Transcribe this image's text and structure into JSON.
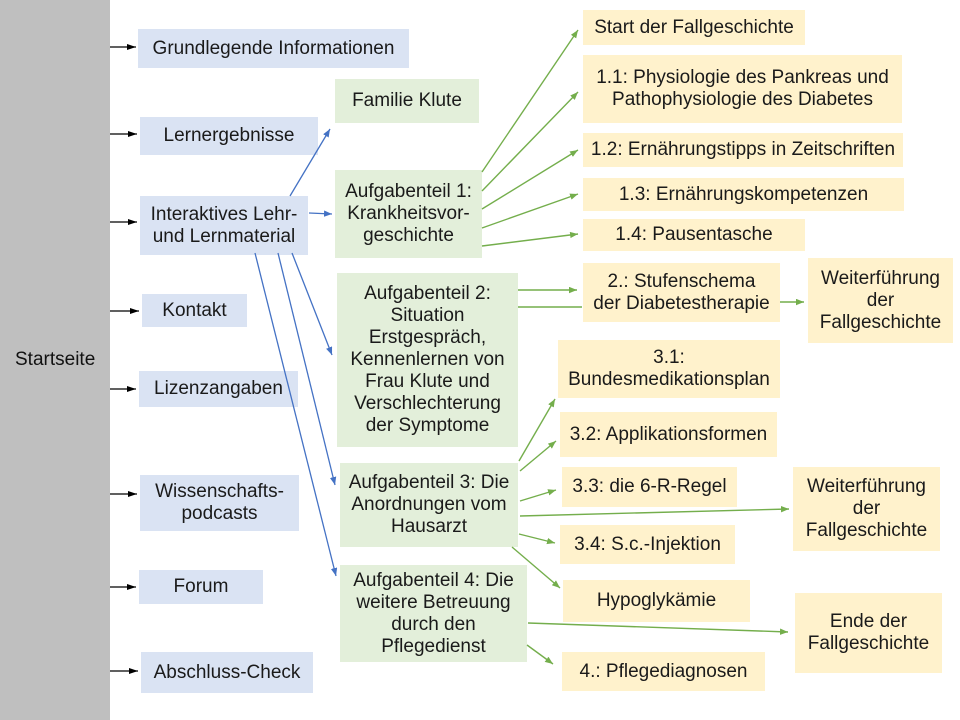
{
  "colors": {
    "sidebar_bg": "#bfbfbf",
    "level1_fill": "#dae3f3",
    "level2_fill": "#e3efda",
    "level3_fill": "#fff2cc",
    "arrow_black": "#000000",
    "arrow_blue": "#4472c4",
    "arrow_green": "#74ae4c"
  },
  "root": {
    "label": "Startseite"
  },
  "level1": [
    {
      "id": "grundlegende-informationen",
      "label": "Grundlegende Informationen"
    },
    {
      "id": "lernergebnisse",
      "label": "Lernergebnisse"
    },
    {
      "id": "interaktives-lehr-und-lernmaterial",
      "label": "Interaktives Lehr-\nund Lernmaterial"
    },
    {
      "id": "kontakt",
      "label": "Kontakt"
    },
    {
      "id": "lizenzangaben",
      "label": "Lizenzangaben"
    },
    {
      "id": "wissenschaftspodcasts",
      "label": "Wissenschafts-\npodcasts"
    },
    {
      "id": "forum",
      "label": "Forum"
    },
    {
      "id": "abschluss-check",
      "label": "Abschluss-Check"
    }
  ],
  "level2": [
    {
      "id": "familie-klute",
      "label": "Familie Klute"
    },
    {
      "id": "aufgabenteil-1",
      "label": "Aufgabenteil 1:\nKrankheitsvor-\ngeschichte"
    },
    {
      "id": "aufgabenteil-2",
      "label": "Aufgabenteil 2:\nSituation\nErstgespräch,\nKennenlernen von\nFrau Klute und\nVerschlechterung\nder Symptome"
    },
    {
      "id": "aufgabenteil-3",
      "label": "Aufgabenteil 3: Die\nAnordnungen vom\nHausarzt"
    },
    {
      "id": "aufgabenteil-4",
      "label": "Aufgabenteil 4: Die\nweitere Betreuung\ndurch den\nPflegedienst"
    }
  ],
  "level3": [
    {
      "id": "start-der-fallgeschichte",
      "label": "Start der Fallgeschichte"
    },
    {
      "id": "kap-1-1",
      "label": "1.1: Physiologie des Pankreas und\nPathophysiologie des Diabetes"
    },
    {
      "id": "kap-1-2",
      "label": "1.2: Ernährungstipps in Zeitschriften"
    },
    {
      "id": "kap-1-3",
      "label": "1.3: Ernährungskompetenzen"
    },
    {
      "id": "kap-1-4",
      "label": "1.4: Pausentasche"
    },
    {
      "id": "kap-2",
      "label": "2.: Stufenschema\nder Diabetestherapie"
    },
    {
      "id": "weiterfuehrung-1",
      "label": "Weiterführung\nder\nFallgeschichte"
    },
    {
      "id": "kap-3-1",
      "label": "3.1:\nBundesmedikationsplan"
    },
    {
      "id": "kap-3-2",
      "label": "3.2: Applikationsformen"
    },
    {
      "id": "kap-3-3",
      "label": "3.3: die 6-R-Regel"
    },
    {
      "id": "weiterfuehrung-2",
      "label": "Weiterführung\nder\nFallgeschichte"
    },
    {
      "id": "kap-3-4",
      "label": "3.4: S.c.-Injektion"
    },
    {
      "id": "hypoglykaemie",
      "label": "Hypoglykämie"
    },
    {
      "id": "ende-der-fallgeschichte",
      "label": "Ende der\nFallgeschichte"
    },
    {
      "id": "kap-4",
      "label": "4.: Pflegediagnosen"
    }
  ],
  "edges": [
    {
      "from": "startseite",
      "to": "grundlegende-informationen"
    },
    {
      "from": "startseite",
      "to": "lernergebnisse"
    },
    {
      "from": "startseite",
      "to": "interaktives-lehr-und-lernmaterial"
    },
    {
      "from": "startseite",
      "to": "kontakt"
    },
    {
      "from": "startseite",
      "to": "lizenzangaben"
    },
    {
      "from": "startseite",
      "to": "wissenschaftspodcasts"
    },
    {
      "from": "startseite",
      "to": "forum"
    },
    {
      "from": "startseite",
      "to": "abschluss-check"
    },
    {
      "from": "interaktives-lehr-und-lernmaterial",
      "to": "familie-klute"
    },
    {
      "from": "interaktives-lehr-und-lernmaterial",
      "to": "aufgabenteil-1"
    },
    {
      "from": "interaktives-lehr-und-lernmaterial",
      "to": "aufgabenteil-2"
    },
    {
      "from": "interaktives-lehr-und-lernmaterial",
      "to": "aufgabenteil-3"
    },
    {
      "from": "interaktives-lehr-und-lernmaterial",
      "to": "aufgabenteil-4"
    },
    {
      "from": "aufgabenteil-1",
      "to": "start-der-fallgeschichte"
    },
    {
      "from": "aufgabenteil-1",
      "to": "kap-1-1"
    },
    {
      "from": "aufgabenteil-1",
      "to": "kap-1-2"
    },
    {
      "from": "aufgabenteil-1",
      "to": "kap-1-3"
    },
    {
      "from": "aufgabenteil-1",
      "to": "kap-1-4"
    },
    {
      "from": "aufgabenteil-2",
      "to": "kap-2"
    },
    {
      "from": "kap-2",
      "to": "weiterfuehrung-1"
    },
    {
      "from": "aufgabenteil-3",
      "to": "kap-3-1"
    },
    {
      "from": "aufgabenteil-3",
      "to": "kap-3-2"
    },
    {
      "from": "aufgabenteil-3",
      "to": "kap-3-3"
    },
    {
      "from": "aufgabenteil-3",
      "to": "weiterfuehrung-2"
    },
    {
      "from": "aufgabenteil-3",
      "to": "kap-3-4"
    },
    {
      "from": "aufgabenteil-3",
      "to": "hypoglykaemie"
    },
    {
      "from": "aufgabenteil-4",
      "to": "ende-der-fallgeschichte"
    },
    {
      "from": "aufgabenteil-4",
      "to": "kap-4"
    }
  ]
}
